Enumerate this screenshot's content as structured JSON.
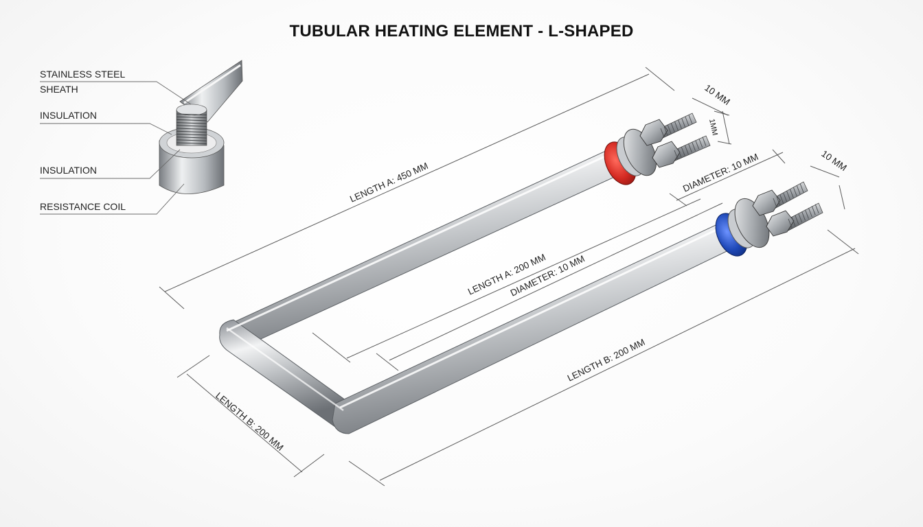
{
  "title": "TUBULAR HEATING ELEMENT - L-SHAPED",
  "callouts": {
    "sheath_line1": "STAINLESS STEEL",
    "sheath_line2": "SHEATH",
    "insulation_upper": "INSULATION",
    "insulation_lower": "INSULATION",
    "resistance_coil": "RESISTANCE COIL"
  },
  "dimensions": {
    "length_a_outer": "LENGTH A: 450 MM",
    "length_a_inner": "LENGTH A: 200 MM",
    "diameter_upper": "DIAMETER: 10 MM",
    "diameter_middle": "DIAMETER: 10 MM",
    "length_b_front": "LENGTH B: 200 MM",
    "length_b_left": "LENGTH B: 200 MM",
    "terminal_top_10mm": "10 MM",
    "terminal_top_small": "1MM",
    "terminal_right_10mm": "10 MM"
  },
  "colors": {
    "upper_terminal_ring": "#d42a22",
    "lower_terminal_ring": "#1f49b8",
    "tube_metal": "#b8bcc0"
  }
}
